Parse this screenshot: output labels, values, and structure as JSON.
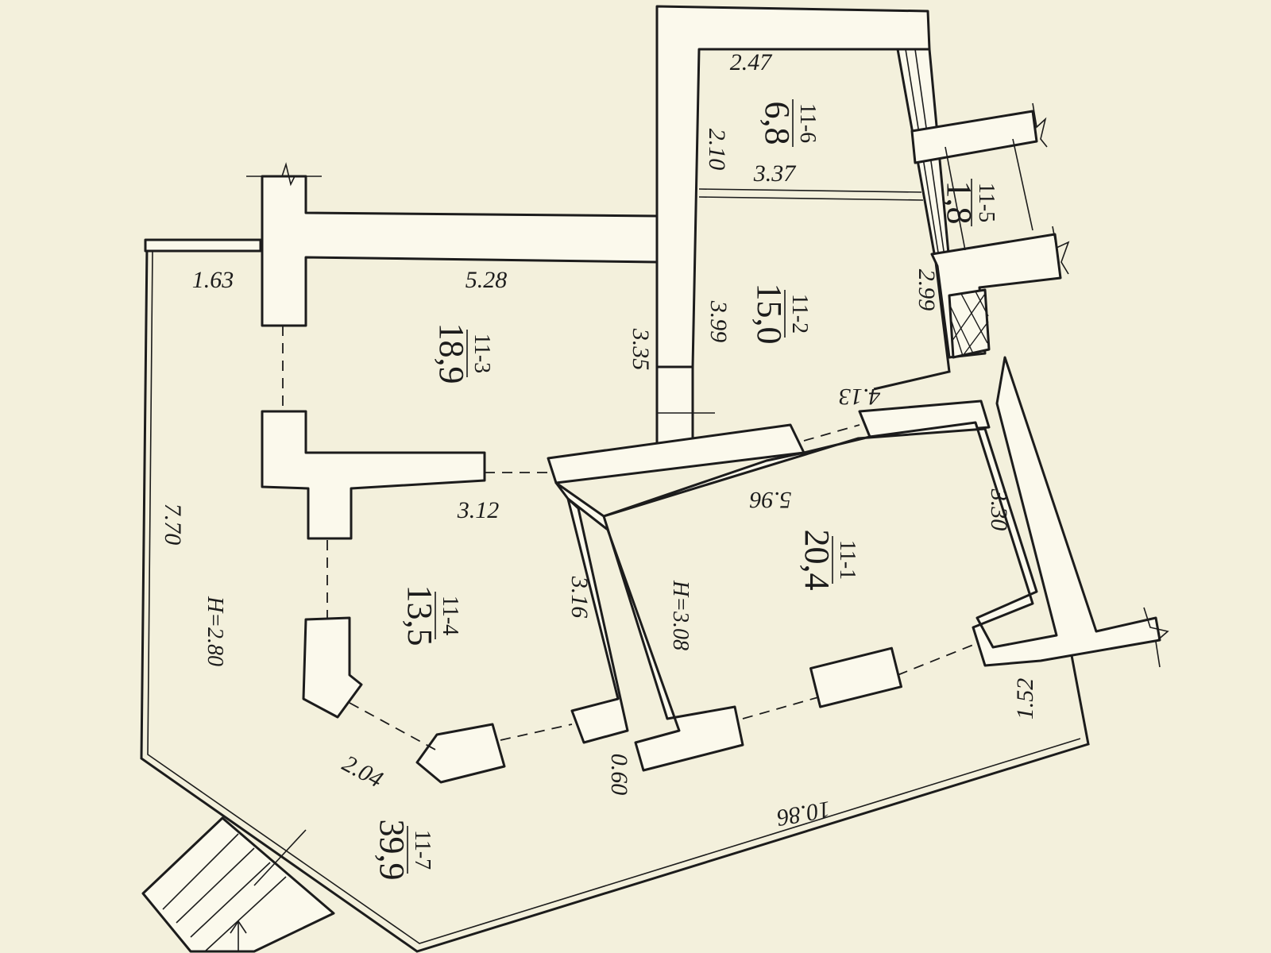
{
  "rooms": [
    {
      "id": "11-1",
      "area": "20,4",
      "height": "H=3.08"
    },
    {
      "id": "11-2",
      "area": "15,0"
    },
    {
      "id": "11-3",
      "area": "18,9"
    },
    {
      "id": "11-4",
      "area": "13,5"
    },
    {
      "id": "11-5",
      "area": "1,8"
    },
    {
      "id": "11-6",
      "area": "6,8"
    },
    {
      "id": "11-7",
      "area": "39,9",
      "height": "H=2.80"
    }
  ],
  "dimensions": {
    "d_2_47": "2.47",
    "d_2_10": "2.10",
    "d_3_37": "3.37",
    "d_1_63": "1.63",
    "d_5_28": "5.28",
    "d_3_99": "3.99",
    "d_2_99": "2.99",
    "d_3_35": "3.35",
    "d_4_13": "4.13",
    "d_5_96": "5.96",
    "d_3_30": "3.30",
    "d_3_12": "3.12",
    "d_7_70": "7.70",
    "d_3_16": "3.16",
    "d_1_52": "1.52",
    "d_2_04": "2.04",
    "d_0_60": "0.60",
    "d_10_86": "10.86"
  }
}
